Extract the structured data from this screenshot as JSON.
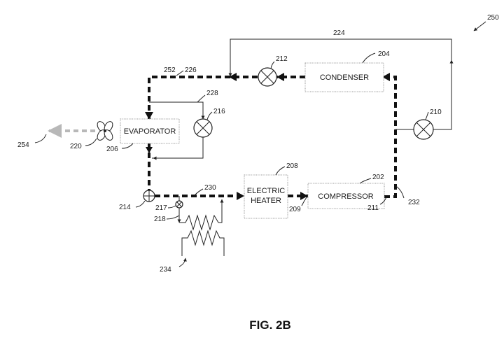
{
  "components": {
    "condenser": "CONDENSER",
    "evaporator": "EVAPORATOR",
    "electric_heater_line1": "ELECTRIC",
    "electric_heater_line2": "HEATER",
    "compressor": "COMPRESSOR"
  },
  "refs": {
    "r250": "250",
    "r224": "224",
    "r204": "204",
    "r212": "212",
    "r252": "252",
    "r226": "226",
    "r228": "228",
    "r216": "216",
    "r210": "210",
    "r208": "208",
    "r202": "202",
    "r230": "230",
    "r254": "254",
    "r220": "220",
    "r206": "206",
    "r214": "214",
    "r217": "217",
    "r218": "218",
    "r209": "209",
    "r211": "211",
    "r232": "232",
    "r234": "234"
  },
  "figure_label": "FIG. 2B"
}
